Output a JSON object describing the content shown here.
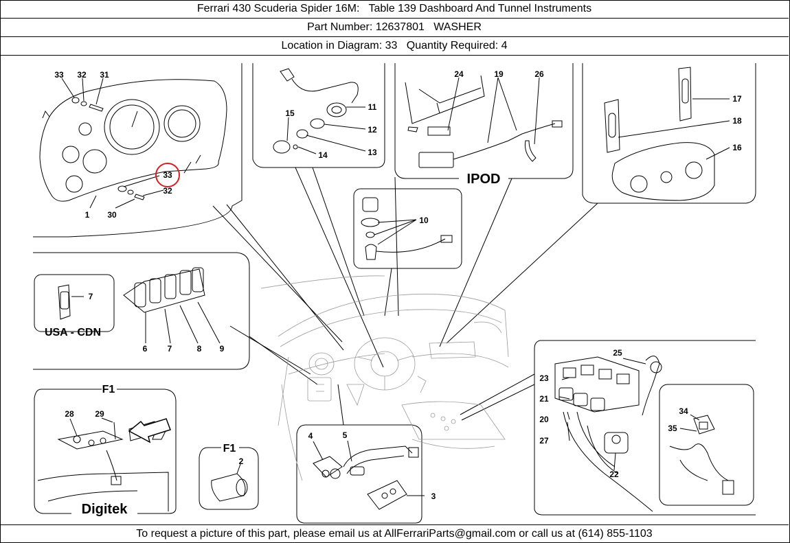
{
  "header": {
    "title": "Ferrari 430 Scuderia Spider 16M:   Table 139 Dashboard And Tunnel Instruments",
    "part": "Part Number: 12637801   WASHER",
    "location": "Location in Diagram: 33   Quantity Required: 4"
  },
  "footer": {
    "text": "To request a picture of this part, please email us at AllFerrariParts@gmail.com or call us at (614) 855-1103"
  },
  "diagram": {
    "highlight_color": "#d42020",
    "highlighted_callout": "33",
    "callouts": {
      "c33a": "33",
      "c32a": "32",
      "c31": "31",
      "c33b": "33",
      "c32b": "32",
      "c1": "1",
      "c30": "30",
      "c15": "15",
      "c11": "11",
      "c12": "12",
      "c13": "13",
      "c14": "14",
      "c24": "24",
      "c19": "19",
      "c26": "26",
      "c17": "17",
      "c18": "18",
      "c16": "16",
      "c10": "10",
      "c7a": "7",
      "c6": "6",
      "c7b": "7",
      "c8": "8",
      "c9": "9",
      "c28": "28",
      "c29": "29",
      "c2": "2",
      "c4": "4",
      "c5": "5",
      "c3": "3",
      "c25": "25",
      "c23": "23",
      "c21": "21",
      "c20": "20",
      "c27": "27",
      "c22": "22",
      "c34": "34",
      "c35": "35"
    },
    "labels": {
      "ipod": "IPOD",
      "usa_cdn": "USA - CDN",
      "f1_a": "F1",
      "f1_b": "F1",
      "digitek": "Digitek"
    }
  }
}
